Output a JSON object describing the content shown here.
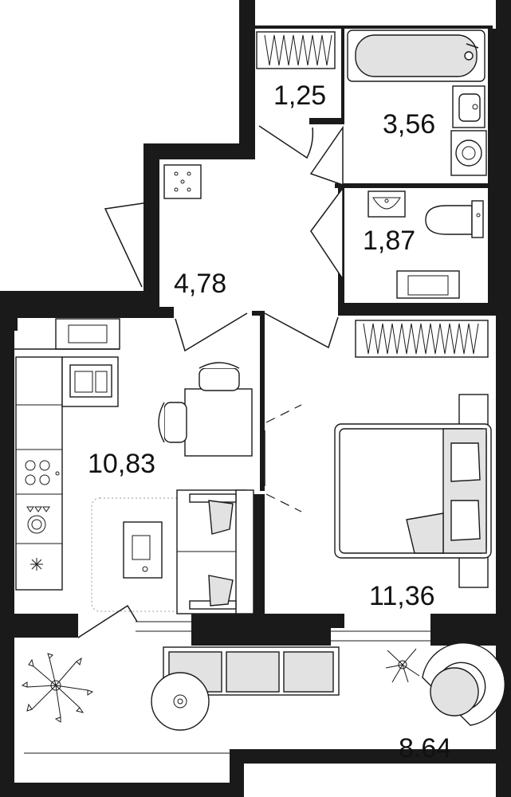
{
  "rooms": [
    {
      "id": "storage",
      "area": "1,25"
    },
    {
      "id": "bathroom",
      "area": "3,56"
    },
    {
      "id": "toilet",
      "area": "1,87"
    },
    {
      "id": "hall",
      "area": "4,78"
    },
    {
      "id": "kitchen-living",
      "area": "10,83"
    },
    {
      "id": "bedroom",
      "area": "11,36"
    },
    {
      "id": "balcony",
      "area": "8.64"
    }
  ],
  "colors": {
    "wall": "#1a1a1a",
    "furniture_fill": "#e2e2e2",
    "background": "#ffffff"
  }
}
